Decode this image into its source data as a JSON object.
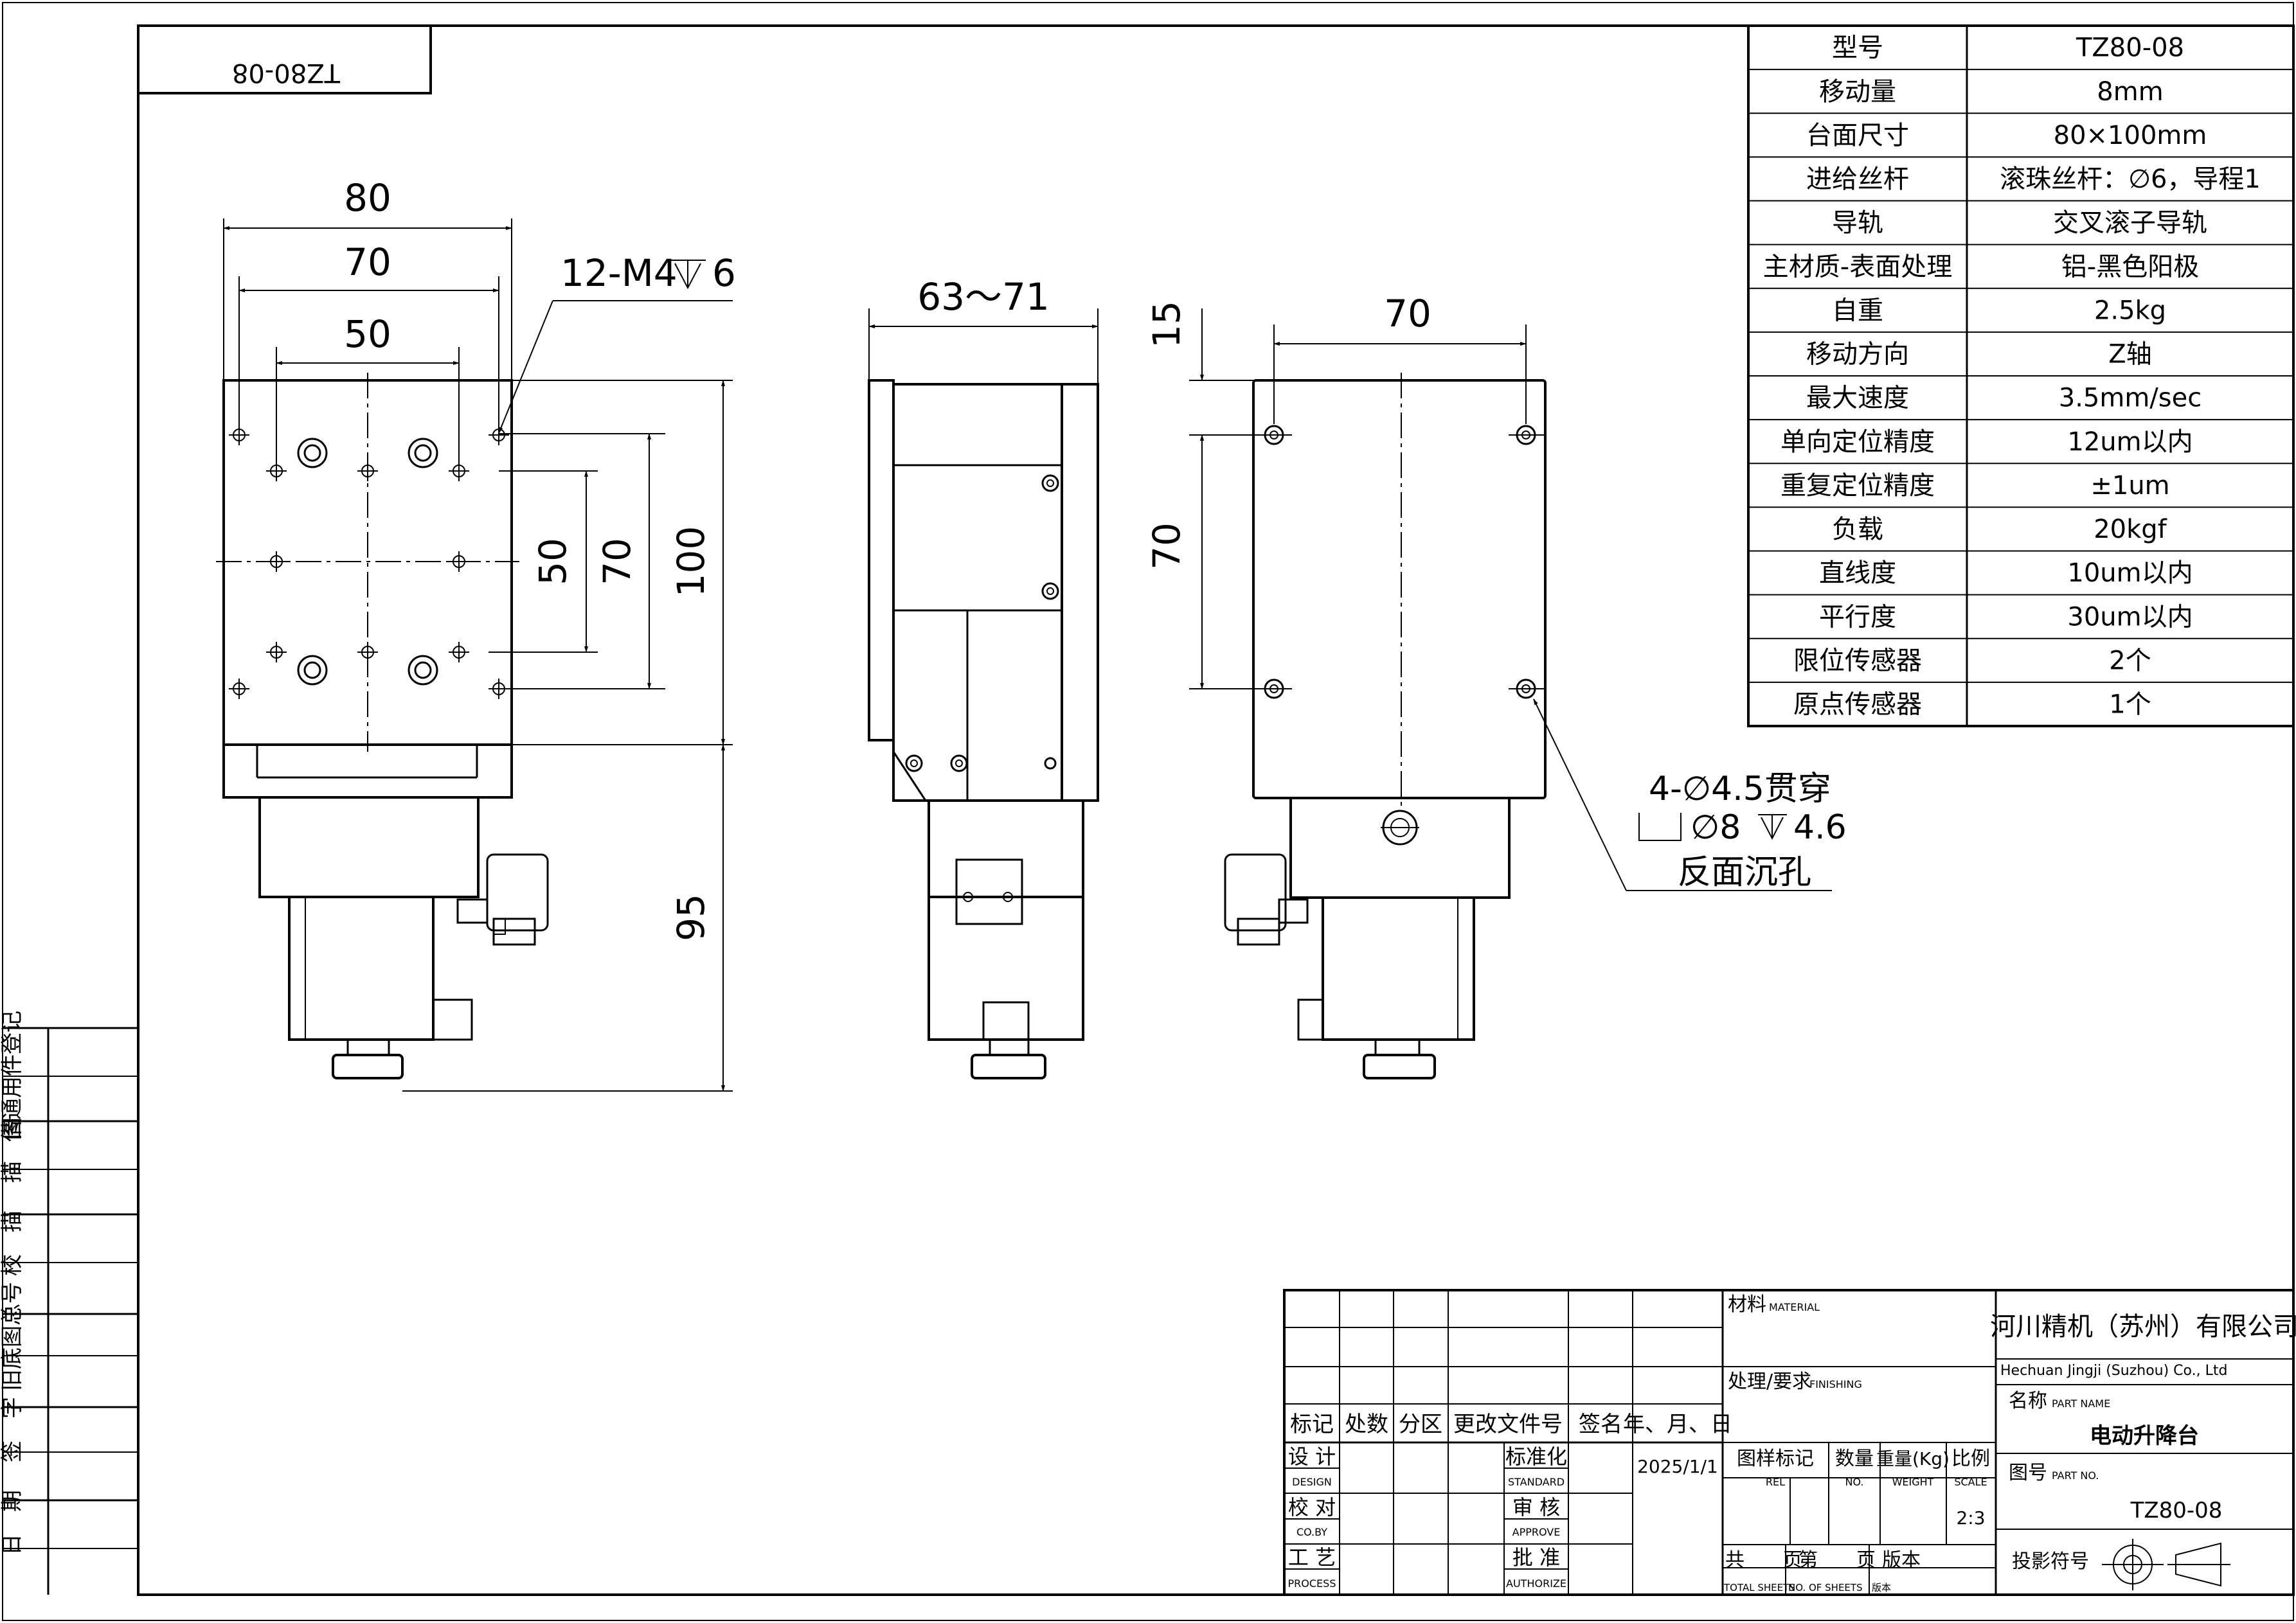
{
  "drawing": {
    "top_stamp": "TZ80-08",
    "spec_table": [
      {
        "name": "型号",
        "value": "TZ80-08"
      },
      {
        "name": "移动量",
        "value": "8mm"
      },
      {
        "name": "台面尺寸",
        "value": "80×100mm"
      },
      {
        "name": "进给丝杆",
        "value": "滚珠丝杆：∅6，导程1"
      },
      {
        "name": "导轨",
        "value": "交叉滚子导轨"
      },
      {
        "name": "主材质-表面处理",
        "value": "铝-黑色阳极"
      },
      {
        "name": "自重",
        "value": "2.5kg"
      },
      {
        "name": "移动方向",
        "value": "Z轴"
      },
      {
        "name": "最大速度",
        "value": "3.5mm/sec"
      },
      {
        "name": "单向定位精度",
        "value": "12um以内"
      },
      {
        "name": "重复定位精度",
        "value": "±1um"
      },
      {
        "name": "负载",
        "value": "20kgf"
      },
      {
        "name": "直线度",
        "value": "10um以内"
      },
      {
        "name": "平行度",
        "value": "30um以内"
      },
      {
        "name": "限位传感器",
        "value": "2个"
      },
      {
        "name": "原点传感器",
        "value": "1个"
      }
    ],
    "dimensions": {
      "front_w80": "80",
      "front_w70": "70",
      "front_w50": "50",
      "thread_callout": "12-M4",
      "thread_depth": "6",
      "side_height": "63～71",
      "v50": "50",
      "v70": "70",
      "v100": "100",
      "v95": "95",
      "right_w70": "70",
      "right_v15": "15",
      "right_v70": "70",
      "hole_note_1": "4-∅4.5贯穿",
      "hole_note_2a": "∅8",
      "hole_note_2b": "4.6",
      "hole_note_3": "反面沉孔"
    },
    "left_strip": [
      "借通用件登记",
      "描　图",
      "校　描",
      "旧底图总号",
      "签　字",
      "日　期"
    ]
  },
  "title_block": {
    "rev_headers": [
      "标记",
      "处数",
      "分区",
      "更改文件号",
      "签名",
      "年、月、日"
    ],
    "design": {
      "cn": "设 计",
      "en": "DESIGN"
    },
    "standard": {
      "cn": "标准化",
      "en": "STANDARD"
    },
    "check": {
      "cn": "校 对",
      "en": "CO.BY"
    },
    "approve": {
      "cn": "审 核",
      "en": "APPROVE"
    },
    "process": {
      "cn": "工 艺",
      "en": "PROCESS"
    },
    "authorize": {
      "cn": "批 准",
      "en": "AUTHORIZE"
    },
    "date": "2025/1/1",
    "material": {
      "cn": "材料",
      "en": "MATERIAL"
    },
    "finishing": {
      "cn": "处理/要求",
      "en": "FINISHING"
    },
    "rel": {
      "cn": "图样标记",
      "en": "REL"
    },
    "qty": {
      "cn": "数量",
      "en": "NO."
    },
    "weight": {
      "cn": "重量(Kg)",
      "en": "WEIGHT"
    },
    "scale": {
      "cn": "比例",
      "en": "SCALE",
      "value": "2:3"
    },
    "sheets": {
      "total_cn": "共　　页",
      "total_en": "TOTAL SHEETS",
      "of_cn": "第　　页",
      "of_en": "NO. OF SHEETS",
      "ver_cn": "版本",
      "ver_en": "版本"
    },
    "company_cn": "河川精机（苏州）有限公司",
    "company_en": "Hechuan Jingji (Suzhou) Co., Ltd",
    "part_name_label": {
      "cn": "名称",
      "en": "PART NAME"
    },
    "part_name": "电动升降台",
    "part_no_label": {
      "cn": "图号",
      "en": "PART NO."
    },
    "part_no": "TZ80-08",
    "projection_label": "投影符号"
  }
}
